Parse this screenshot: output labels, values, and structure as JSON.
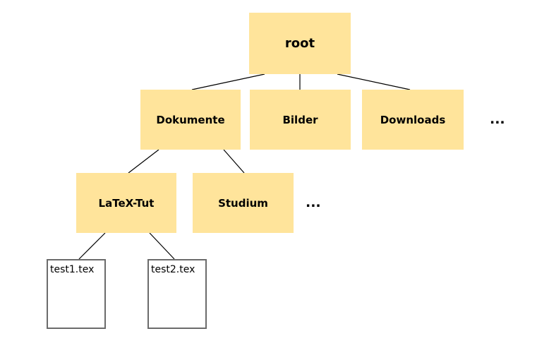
{
  "diagram": {
    "title": "file-system-tree",
    "nodes": {
      "root": {
        "label": "root",
        "type": "folder"
      },
      "dokumente": {
        "label": "Dokumente",
        "type": "folder"
      },
      "bilder": {
        "label": "Bilder",
        "type": "folder"
      },
      "downloads": {
        "label": "Downloads",
        "type": "folder"
      },
      "latex_tut": {
        "label": "LaTeX-Tut",
        "type": "folder"
      },
      "studium": {
        "label": "Studium",
        "type": "folder"
      },
      "test1": {
        "label": "test1.tex",
        "type": "file"
      },
      "test2": {
        "label": "test2.tex",
        "type": "file"
      }
    },
    "ellipsis": {
      "level1": "...",
      "level2": "..."
    },
    "edges": [
      "root-dokumente",
      "root-bilder",
      "root-downloads",
      "dokumente-latex_tut",
      "dokumente-studium",
      "latex_tut-test1",
      "latex_tut-test2"
    ],
    "colors": {
      "folder_fill": "#FFE49B",
      "file_border": "#6B6B6B",
      "edge": "#000000",
      "background": "#FFFFFF"
    }
  }
}
